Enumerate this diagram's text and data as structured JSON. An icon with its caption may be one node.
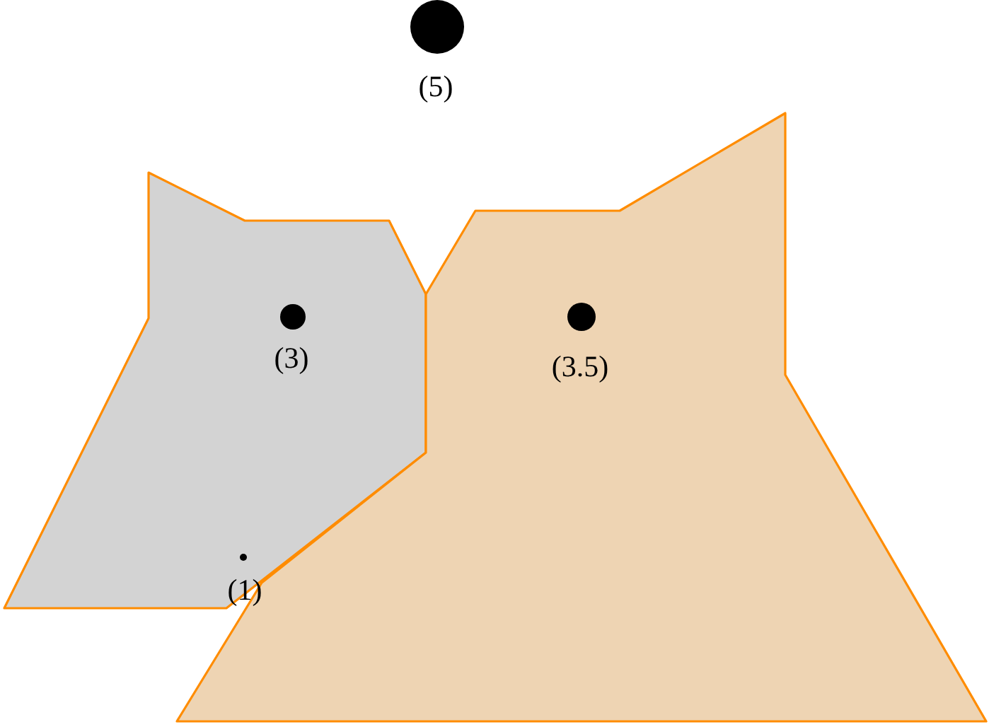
{
  "diagram": {
    "labels": [
      "(5)",
      "(3)",
      "(3.5)",
      "(1)"
    ]
  }
}
